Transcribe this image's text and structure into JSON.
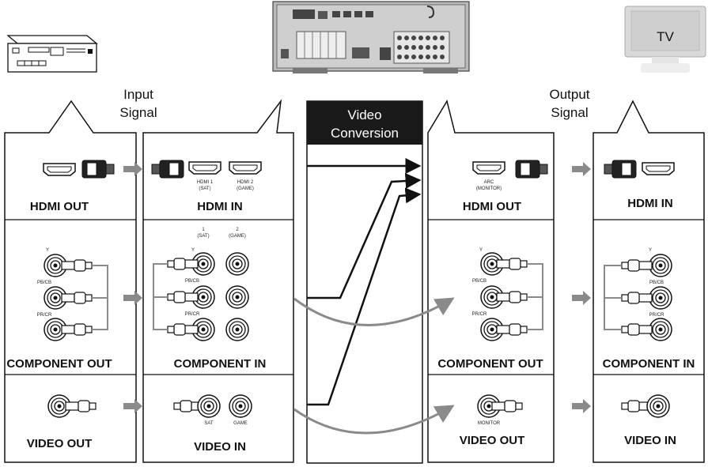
{
  "header": {
    "input_signal": [
      "Input",
      "Signal"
    ],
    "output_signal": [
      "Output",
      "Signal"
    ],
    "video_conversion": [
      "Video",
      "Conversion"
    ],
    "tv": "TV"
  },
  "columns": {
    "source": {
      "hdmi": "HDMI OUT",
      "component": "COMPONENT OUT",
      "video": "VIDEO OUT"
    },
    "receiver_in": {
      "hdmi": "HDMI IN",
      "component": "COMPONENT IN",
      "video": "VIDEO IN",
      "hdmi1": [
        "HDMI 1",
        "(SAT)"
      ],
      "hdmi2": [
        "HDMI 2",
        "(GAME)"
      ],
      "comp1": [
        "1",
        "(SAT)"
      ],
      "comp2": [
        "2",
        "(GAME)"
      ],
      "sat": "SAT",
      "game": "GAME"
    },
    "receiver_out": {
      "hdmi": "HDMI OUT",
      "component": "COMPONENT OUT",
      "video": "VIDEO OUT",
      "arc": [
        "ARC",
        "(MONITOR)"
      ],
      "monitor": "MONITOR"
    },
    "tv": {
      "hdmi": "HDMI IN",
      "component": "COMPONENT IN",
      "video": "VIDEO IN"
    }
  },
  "jack_labels": {
    "y": "Y",
    "pb": "PB/CB",
    "pr": "PR/CR"
  },
  "colors": {
    "line": "#111111",
    "arrow_gray": "#8a8a8a",
    "panel_dark": "#1a1a1a"
  }
}
